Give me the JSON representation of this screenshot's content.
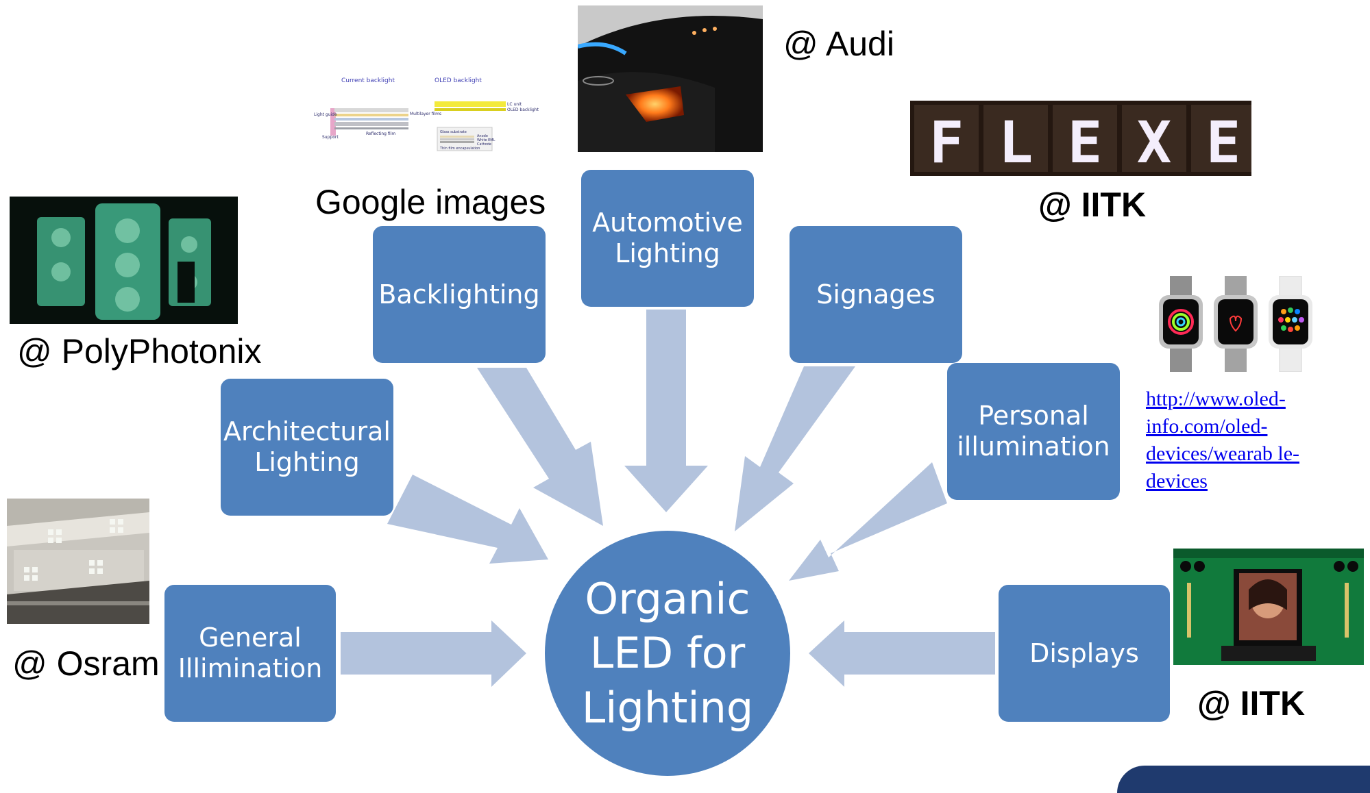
{
  "diagram": {
    "center": "Organic\nLED for\nLighting",
    "boxes": {
      "general": "General\nIllimination",
      "architectural": "Architectural\nLighting",
      "backlighting": "Backlighting",
      "automotive": "Automotive\nLighting",
      "signages": "Signages",
      "personal": "Personal\nillumination",
      "displays": "Displays"
    }
  },
  "credits": {
    "osram": "@ Osram",
    "polyphotonix": "@ PolyPhotonix",
    "google": "Google images",
    "audi": "@ Audi",
    "iitk_top": "@ IITK",
    "iitk_bottom": "@ IITK"
  },
  "link": "http://www.oled-\ninfo.com/oled-\ndevices/wearab le-\ndevices",
  "images": {
    "backlight_diagram": {
      "current_backlight": "Current backlight",
      "oled_backlight": "OLED backlight",
      "light_guide": "Light guide",
      "multilayer_films": "Multilayer films",
      "support": "Support",
      "reflecting_film": "Reflecting film",
      "lc_unit": "LC unit",
      "oled_backlight_layer": "OLED backlight",
      "glass_substrate": "Glass substrate",
      "anode": "Anode",
      "white_eml": "White EML",
      "cathode": "Cathode",
      "thin_film_encapsulation": "Thin film encapsulation"
    },
    "flexe_letters": [
      "F",
      "L",
      "E",
      "X",
      "E"
    ]
  },
  "colors": {
    "box_fill": "#4f81bd",
    "arrow_fill": "#b3c3dd",
    "text_on_box": "#ffffff",
    "link": "#0000ee"
  }
}
